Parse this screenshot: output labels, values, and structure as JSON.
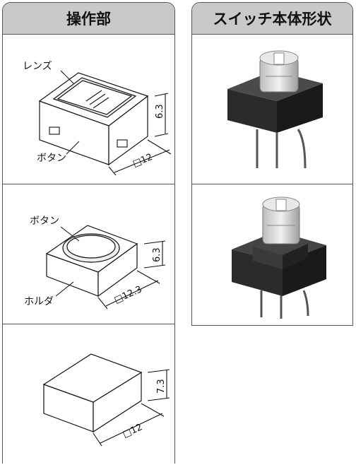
{
  "tables": {
    "left_header": "操作部",
    "right_header": "スイッチ本体形状"
  },
  "rows": [
    {
      "callouts": [
        "レンズ",
        "ボタン"
      ],
      "height_dim": "6.3",
      "width_dim": "□12"
    },
    {
      "callouts": [
        "ボタン",
        "ホルダ"
      ],
      "height_dim": "6.3",
      "width_dim": "□12.3"
    },
    {
      "callouts": [],
      "height_dim": "7.3",
      "width_dim": "□12"
    }
  ]
}
